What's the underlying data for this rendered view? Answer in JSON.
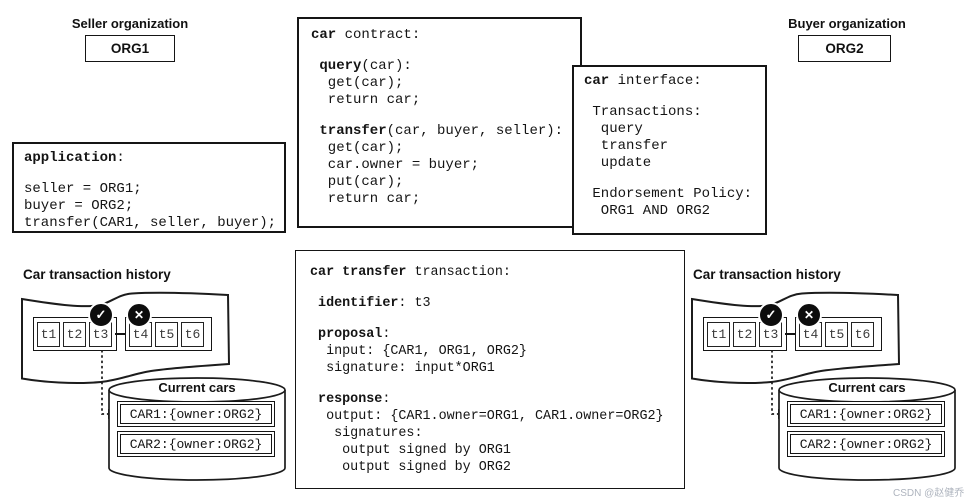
{
  "seller_org": {
    "label": "Seller organization",
    "name": "ORG1"
  },
  "buyer_org": {
    "label": "Buyer organization",
    "name": "ORG2"
  },
  "contract": {
    "lines": [
      {
        "b": "car",
        "r": " contract:"
      },
      {
        "b": " query",
        "r": "(car):"
      },
      {
        "r": "  get(car);"
      },
      {
        "r": "  return car;"
      },
      {
        "b": " transfer",
        "r": "(car, buyer, seller):"
      },
      {
        "r": "  get(car);"
      },
      {
        "r": "  car.owner = buyer;"
      },
      {
        "r": "  put(car);"
      },
      {
        "r": "  return car;"
      }
    ]
  },
  "interface": {
    "lines": [
      {
        "b": "car",
        "r": " interface:"
      },
      {
        "r": " Transactions:"
      },
      {
        "r": "  query"
      },
      {
        "r": "  transfer"
      },
      {
        "r": "  update"
      },
      {
        "r": " Endorsement Policy:"
      },
      {
        "r": "  ORG1 AND ORG2"
      }
    ]
  },
  "application": {
    "lines": [
      {
        "b": "application",
        "r": ":"
      },
      {
        "r": "seller = ORG1;"
      },
      {
        "r": "buyer = ORG2;"
      },
      {
        "r": "transfer(CAR1, seller, buyer);"
      }
    ]
  },
  "transaction": {
    "lines": [
      {
        "b": "car transfer",
        "r": " transaction:"
      },
      {
        "b": " identifier",
        "r": ": t3"
      },
      {
        "b": " proposal",
        "r": ":"
      },
      {
        "r": "  input: {CAR1, ORG1, ORG2}"
      },
      {
        "r": "  signature: input*ORG1"
      },
      {
        "b": " response",
        "r": ":"
      },
      {
        "r": "  output: {CAR1.owner=ORG1, CAR1.owner=ORG2}"
      },
      {
        "r": "   signatures:"
      },
      {
        "r": "    output signed by ORG1"
      },
      {
        "r": "    output signed by ORG2"
      }
    ]
  },
  "ledger": {
    "title": "Car transaction history",
    "blocks": [
      "t1",
      "t2",
      "t3",
      "t4",
      "t5",
      "t6"
    ],
    "valid_icon": "✓",
    "invalid_icon": "✕"
  },
  "cars_db": {
    "title": "Current cars",
    "rows": [
      "CAR1:{owner:ORG2}",
      "CAR2:{owner:ORG2}"
    ]
  },
  "watermark": "CSDN @赵健乔"
}
